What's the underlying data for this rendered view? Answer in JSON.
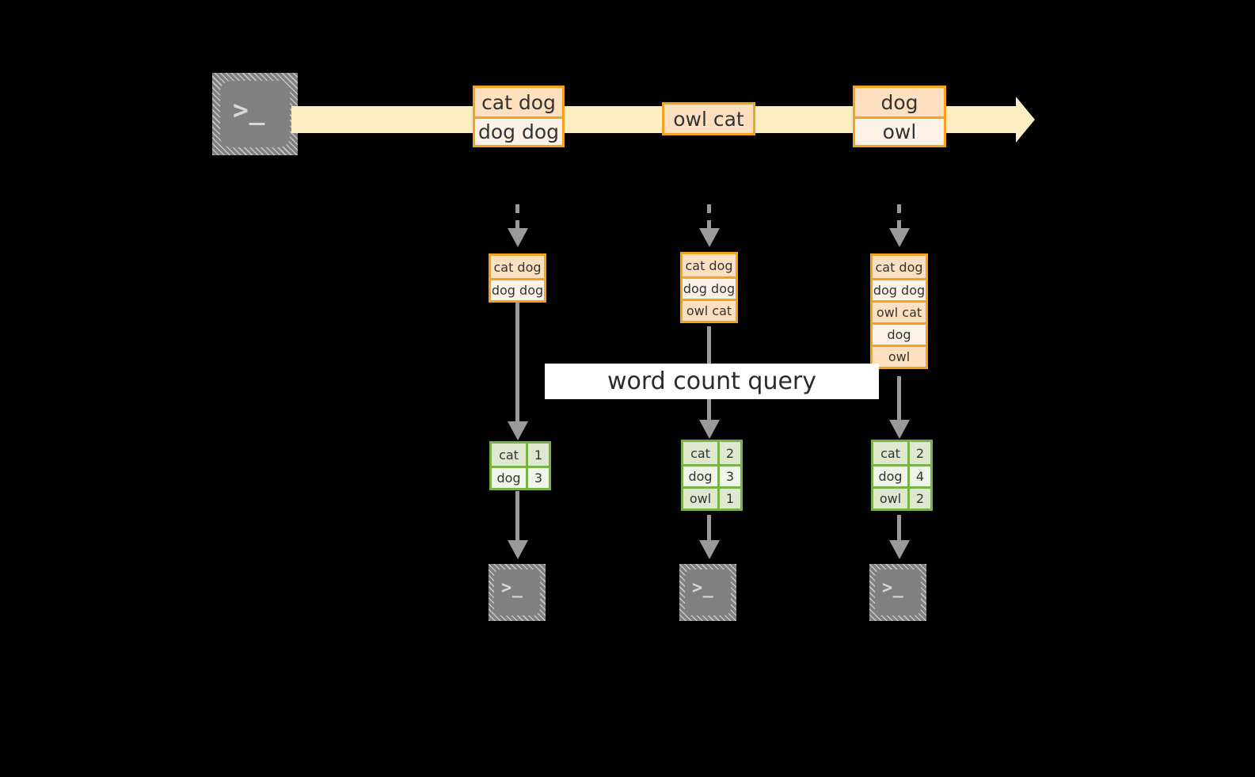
{
  "diagram": {
    "title_label": "word count query",
    "source_icon": "terminal-icon",
    "sink_icon": "terminal-icon",
    "stream_arrow": "stream-arrow-right",
    "colors": {
      "background": "#000000",
      "stream_band": "#fdeec5",
      "record_border": "#f5a31e",
      "record_row_dark": "#fde0c0",
      "record_row_light": "#fdf2e6",
      "table_border": "#7ab24a",
      "table_row_dark": "#dde8cf",
      "table_row_light": "#f0f5ea",
      "connector": "#9a9a9a",
      "label_background": "#ffffff"
    }
  },
  "stream_records": [
    {
      "id": "record-1",
      "rows": [
        "cat dog",
        "dog dog"
      ]
    },
    {
      "id": "record-2",
      "rows": [
        "owl cat"
      ]
    },
    {
      "id": "record-3",
      "rows": [
        "dog",
        "owl"
      ]
    }
  ],
  "snapshots": [
    {
      "id": "snapshot-1",
      "input_rows": [
        "cat dog",
        "dog dog"
      ],
      "result": {
        "rows": [
          {
            "word": "cat",
            "count": "1"
          },
          {
            "word": "dog",
            "count": "3"
          }
        ]
      }
    },
    {
      "id": "snapshot-2",
      "input_rows": [
        "cat dog",
        "dog dog",
        "owl cat"
      ],
      "result": {
        "rows": [
          {
            "word": "cat",
            "count": "2"
          },
          {
            "word": "dog",
            "count": "3"
          },
          {
            "word": "owl",
            "count": "1"
          }
        ]
      }
    },
    {
      "id": "snapshot-3",
      "input_rows": [
        "cat dog",
        "dog dog",
        "owl cat",
        "dog",
        "owl"
      ],
      "result": {
        "rows": [
          {
            "word": "cat",
            "count": "2"
          },
          {
            "word": "dog",
            "count": "4"
          },
          {
            "word": "owl",
            "count": "2"
          }
        ]
      }
    }
  ],
  "glyphs": {
    "terminal_prompt": ">_",
    "arrow_down": "arrow-down-icon"
  }
}
